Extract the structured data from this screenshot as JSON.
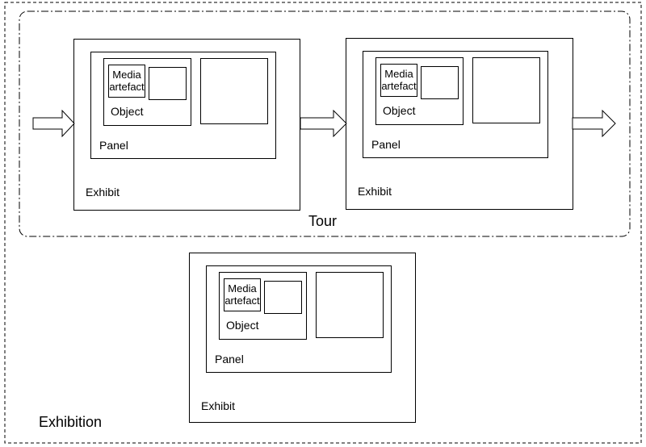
{
  "exhibition": {
    "label": "Exhibition"
  },
  "tour": {
    "label": "Tour"
  },
  "exhibit": {
    "label": "Exhibit"
  },
  "panel": {
    "label": "Panel"
  },
  "object": {
    "label": "Object"
  },
  "media": {
    "label": "Media artefact"
  },
  "icons": {
    "arrow": "flow-arrow-icon"
  }
}
